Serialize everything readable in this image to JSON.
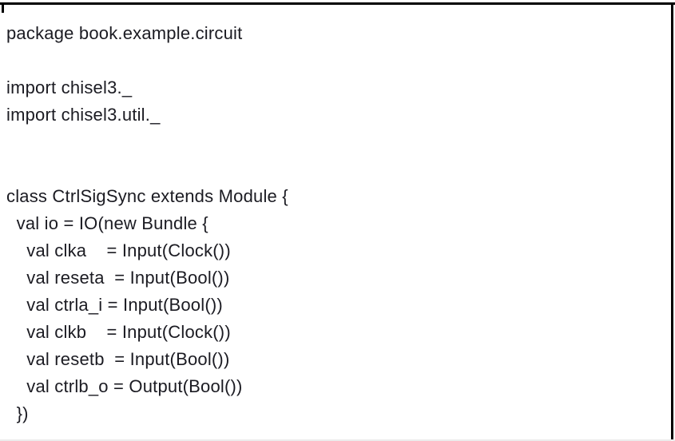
{
  "window": {
    "background_color": "#ffffff",
    "border_color": "#000000",
    "bottom_edge_color": "#ececec",
    "text_color": "#1b1b22"
  },
  "code": {
    "language": "scala-chisel",
    "lines": [
      "package book.example.circuit",
      "",
      "import chisel3._",
      "import chisel3.util._",
      "",
      "",
      "class CtrlSigSync extends Module {",
      "  val io = IO(new Bundle {",
      "    val clka    = Input(Clock())",
      "    val reseta  = Input(Bool())",
      "    val ctrla_i = Input(Bool())",
      "    val clkb    = Input(Clock())",
      "    val resetb  = Input(Bool())",
      "    val ctrlb_o = Output(Bool())",
      "  })"
    ],
    "declarations": [
      {
        "name": "clka",
        "direction": "Input",
        "type": "Clock"
      },
      {
        "name": "reseta",
        "direction": "Input",
        "type": "Bool"
      },
      {
        "name": "ctrla_i",
        "direction": "Input",
        "type": "Bool"
      },
      {
        "name": "clkb",
        "direction": "Input",
        "type": "Clock"
      },
      {
        "name": "resetb",
        "direction": "Input",
        "type": "Bool"
      },
      {
        "name": "ctrlb_o",
        "direction": "Output",
        "type": "Bool"
      }
    ]
  }
}
